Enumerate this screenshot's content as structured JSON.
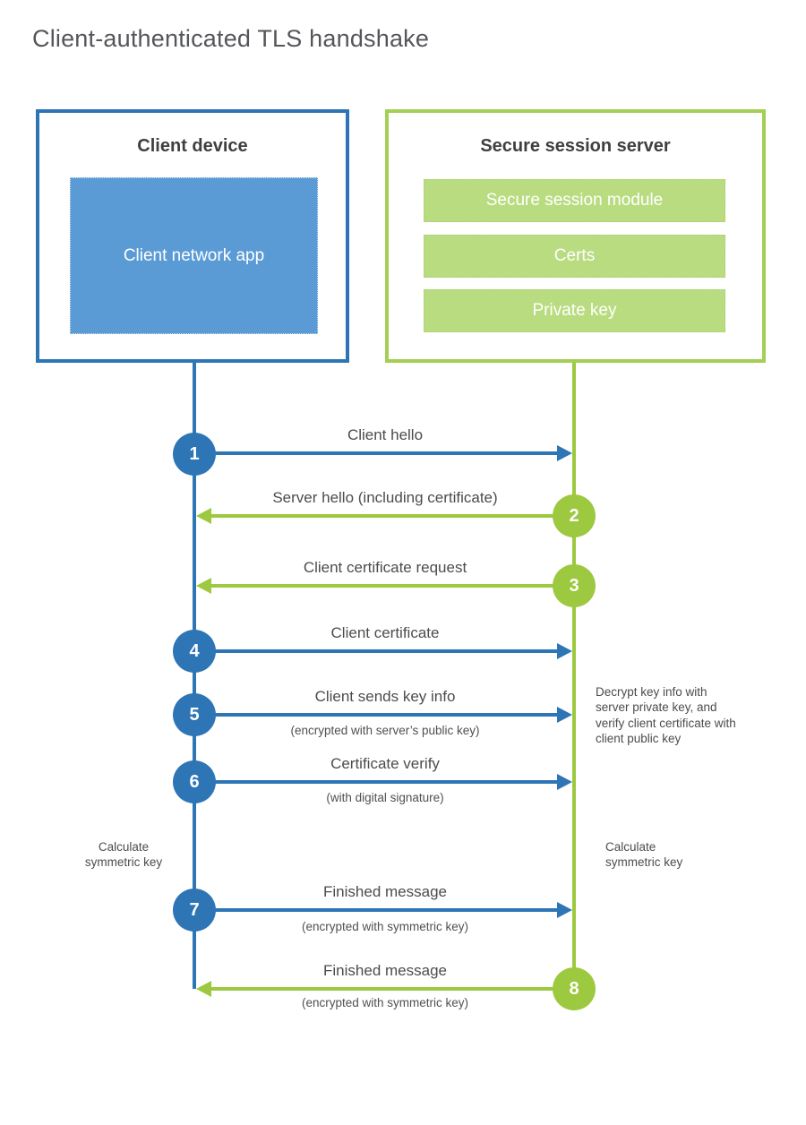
{
  "title": "Client-authenticated TLS handshake",
  "colors": {
    "blue_accent": "#2e75b6",
    "blue_fill": "#5b9bd5",
    "green_accent": "#9cc93f",
    "green_border": "#a3cf54",
    "green_fill": "#b9dc81",
    "text_dark": "#3f3f41",
    "text_gray": "#4b4c4e"
  },
  "client": {
    "title": "Client device",
    "app_label": "Client network app"
  },
  "server": {
    "title": "Secure session server",
    "modules": [
      "Secure session module",
      "Certs",
      "Private key"
    ]
  },
  "steps": [
    {
      "number": "1",
      "from": "client",
      "to": "server",
      "label": "Client hello",
      "sublabel": ""
    },
    {
      "number": "2",
      "from": "server",
      "to": "client",
      "label": "Server hello (including certificate)",
      "sublabel": ""
    },
    {
      "number": "3",
      "from": "server",
      "to": "client",
      "label": "Client certificate request",
      "sublabel": ""
    },
    {
      "number": "4",
      "from": "client",
      "to": "server",
      "label": "Client certificate",
      "sublabel": ""
    },
    {
      "number": "5",
      "from": "client",
      "to": "server",
      "label": "Client sends key info",
      "sublabel": "(encrypted with server’s public key)"
    },
    {
      "number": "6",
      "from": "client",
      "to": "server",
      "label": "Certificate verify",
      "sublabel": "(with digital signature)"
    },
    {
      "number": "7",
      "from": "client",
      "to": "server",
      "label": "Finished message",
      "sublabel": "(encrypted with symmetric key)"
    },
    {
      "number": "8",
      "from": "server",
      "to": "client",
      "label": "Finished message",
      "sublabel": "(encrypted with symmetric key)"
    }
  ],
  "notes": {
    "decrypt": "Decrypt key info with server private key, and verify client certificate with client public key",
    "calc_left": "Calculate symmetric key",
    "calc_right": "Calculate symmetric key"
  }
}
